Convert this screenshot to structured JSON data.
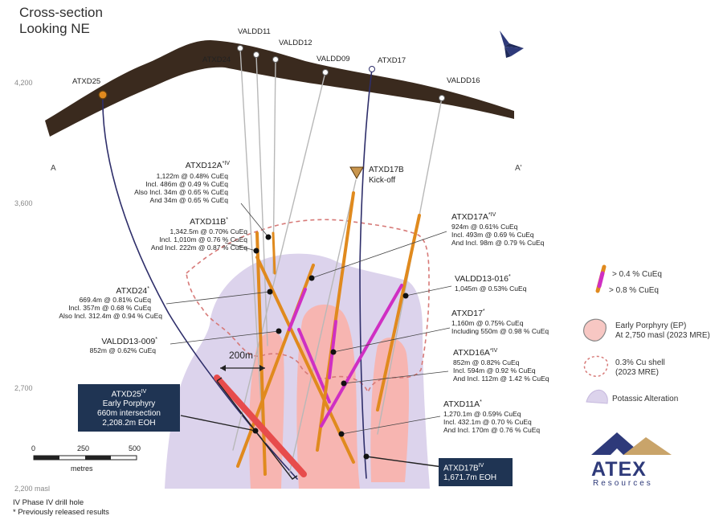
{
  "title": {
    "line1": "Cross-section",
    "line2": "Looking NE"
  },
  "section": {
    "left_marker": "A",
    "right_marker": "A'"
  },
  "elevations": [
    "4,200",
    "3,600",
    "2,700",
    "2,200 masl"
  ],
  "scale": {
    "ticks": [
      "0",
      "250",
      "500"
    ],
    "unit": "metres",
    "width_marker": "200m"
  },
  "collars": [
    "ATXD25",
    "ATXD24",
    "VALDD11",
    "VALDD12",
    "VALDD09",
    "ATXD17",
    "VALDD16"
  ],
  "kickoff": {
    "line1": "ATXD17B",
    "line2": "Kick-off"
  },
  "annotations": {
    "atxd12a": {
      "name": "ATXD12A",
      "sup": "*IV",
      "lines": [
        "1,122m @ 0.48% CuEq",
        "Incl. 486m @ 0.49 % CuEq",
        "Also Incl. 34m @ 0.65 % CuEq",
        "And 34m @ 0.65 % CuEq"
      ]
    },
    "atxd11b": {
      "name": "ATXD11B",
      "sup": "*",
      "lines": [
        "1,342.5m @ 0.70% CuEq",
        "Incl. 1,010m @ 0.76 % CuEq",
        "And Incl. 222m @ 0.87 % CuEq"
      ]
    },
    "atxd24": {
      "name": "ATXD24",
      "sup": "*",
      "lines": [
        "669.4m @ 0.81% CuEq",
        "Incl. 357m @ 0.68 % CuEq",
        "Also Incl. 312.4m @ 0.94 % CuEq"
      ]
    },
    "valdd13_009": {
      "name": "VALDD13-009",
      "sup": "*",
      "lines": [
        "852m @ 0.62% CuEq"
      ]
    },
    "atxd17a": {
      "name": "ATXD17A",
      "sup": "*IV",
      "lines": [
        "924m @ 0.61% CuEq",
        "Incl. 493m @ 0.69 % CuEq",
        "And Incl. 98m @ 0.79 % CuEq"
      ]
    },
    "valdd13_016": {
      "name": "VALDD13-016",
      "sup": "*",
      "lines": [
        "1,045m @ 0.53% CuEq"
      ]
    },
    "atxd17": {
      "name": "ATXD17",
      "sup": "*",
      "lines": [
        "1,160m @ 0.75% CuEq",
        "Including 550m @ 0.98 % CuEq"
      ]
    },
    "atxd16a": {
      "name": "ATXD16A",
      "sup": "*IV",
      "lines": [
        "852m @ 0.82% CuEq",
        "Incl. 594m @ 0.92 % CuEq",
        "And Incl. 112m @ 1.42 % CuEq"
      ]
    },
    "atxd11a": {
      "name": "ATXD11A",
      "sup": "*",
      "lines": [
        "1,270.1m @ 0.59% CuEq",
        "Incl. 432.1m @ 0.70 % CuEq",
        "And Incl. 170m @ 0.76 % CuEq"
      ]
    }
  },
  "boxes": {
    "atxd25": {
      "name": "ATXD25",
      "sup": "IV",
      "lines": [
        "Early Porphyry",
        "660m intersection",
        "2,208.2m EOH"
      ]
    },
    "atxd17b": {
      "name": "ATXD17B",
      "sup": "IV",
      "lines": [
        "1,671.7m EOH"
      ]
    }
  },
  "legend": {
    "grade1": "> 0.4 % CuEq",
    "grade2": "> 0.8 % CuEq",
    "early_porphyry_l1": "Early Porphyry (EP)",
    "early_porphyry_l2": "At 2,750 masl (2023 MRE)",
    "cu_shell_l1": "0.3% Cu shell",
    "cu_shell_l2": "(2023 MRE)",
    "potassic": "Potassic Alteration"
  },
  "footnotes": [
    "IV Phase IV drill hole",
    "* Previously released results"
  ],
  "logo": {
    "word": "ATEX",
    "sub": "Resources"
  },
  "colors": {
    "potassic": "#dcd3ec",
    "porphyry": "#f7b5b1",
    "shell": "#d77a78",
    "orange": "#e08a1e",
    "magenta": "#cf2fc3",
    "navy": "#1f3453",
    "ground": "#3a2a1e"
  }
}
